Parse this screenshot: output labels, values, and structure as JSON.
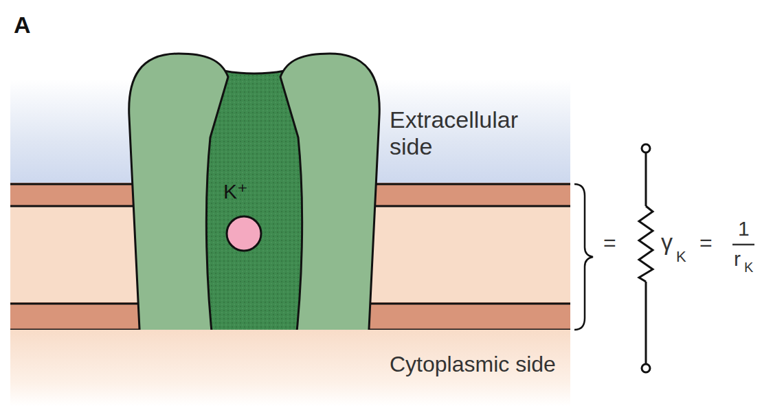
{
  "diagram": {
    "nodes": [
      {
        "text": [
          "Extracellular side"
        ]
      },
      {
        "text": [
          "K⁺"
        ]
      },
      {
        "text": [
          "Cytoplasmic side"
        ]
      }
    ],
    "labels": [
      "A",
      "=",
      "γ",
      "K",
      "=",
      "1",
      "r",
      "K"
    ]
  }
}
